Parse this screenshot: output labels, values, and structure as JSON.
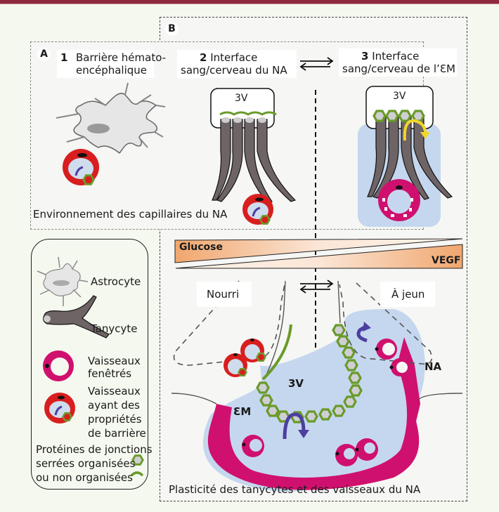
{
  "panels": {
    "a_letter": "A",
    "b_letter": "B"
  },
  "panel_a": {
    "col1": {
      "num": "1",
      "line1": "Barrière hémato-",
      "line2": "encéphalique"
    },
    "col2": {
      "num": "2",
      "line1": "Interface",
      "line2": "sang/cerveau du NA"
    },
    "col3": {
      "num": "3",
      "line1": "Interface",
      "line2": "sang/cerveau de l’ƐM"
    },
    "ventricle_label": "3V",
    "footer": "Environnement des capillaires du NA"
  },
  "gradient": {
    "top_label": "Glucose",
    "bottom_label": "VEGF"
  },
  "panel_b": {
    "fed_label": "Nourri",
    "fasted_label": "À jeun",
    "ventricle_label": "3V",
    "em_label": "ƐM",
    "na_label": "NA",
    "footer": "Plasticité des tanycytes et des vaisseaux du NA"
  },
  "legend": {
    "items": [
      {
        "icon": "astrocyte-icon",
        "lines": [
          "Astrocyte"
        ]
      },
      {
        "icon": "tanycyte-icon",
        "lines": [
          "Tanycyte"
        ]
      },
      {
        "icon": "fenestrated-vessel-icon",
        "lines": [
          "Vaisseaux",
          "fenêtrés"
        ]
      },
      {
        "icon": "barrier-vessel-icon",
        "lines": [
          "Vaisseaux",
          "ayant des",
          "propriétés",
          "de barrière"
        ]
      }
    ],
    "junctions": {
      "line1": "Protéines de jonctions",
      "line2": "serrées organisées",
      "line3": "ou non organisées"
    }
  },
  "colors": {
    "header_bar": "#8e2a3e",
    "tight_junction_green": "#6a9a2a",
    "vessel_red": "#d81e1e",
    "fenestrated_magenta": "#d0106e",
    "tanycyte_gray": "#6e6466",
    "em_blue": "#c5d7ee",
    "arrow_purple": "#4c3fa0",
    "arrow_yellow": "#f2d52a",
    "gradient_orange": "#f0a66e"
  }
}
